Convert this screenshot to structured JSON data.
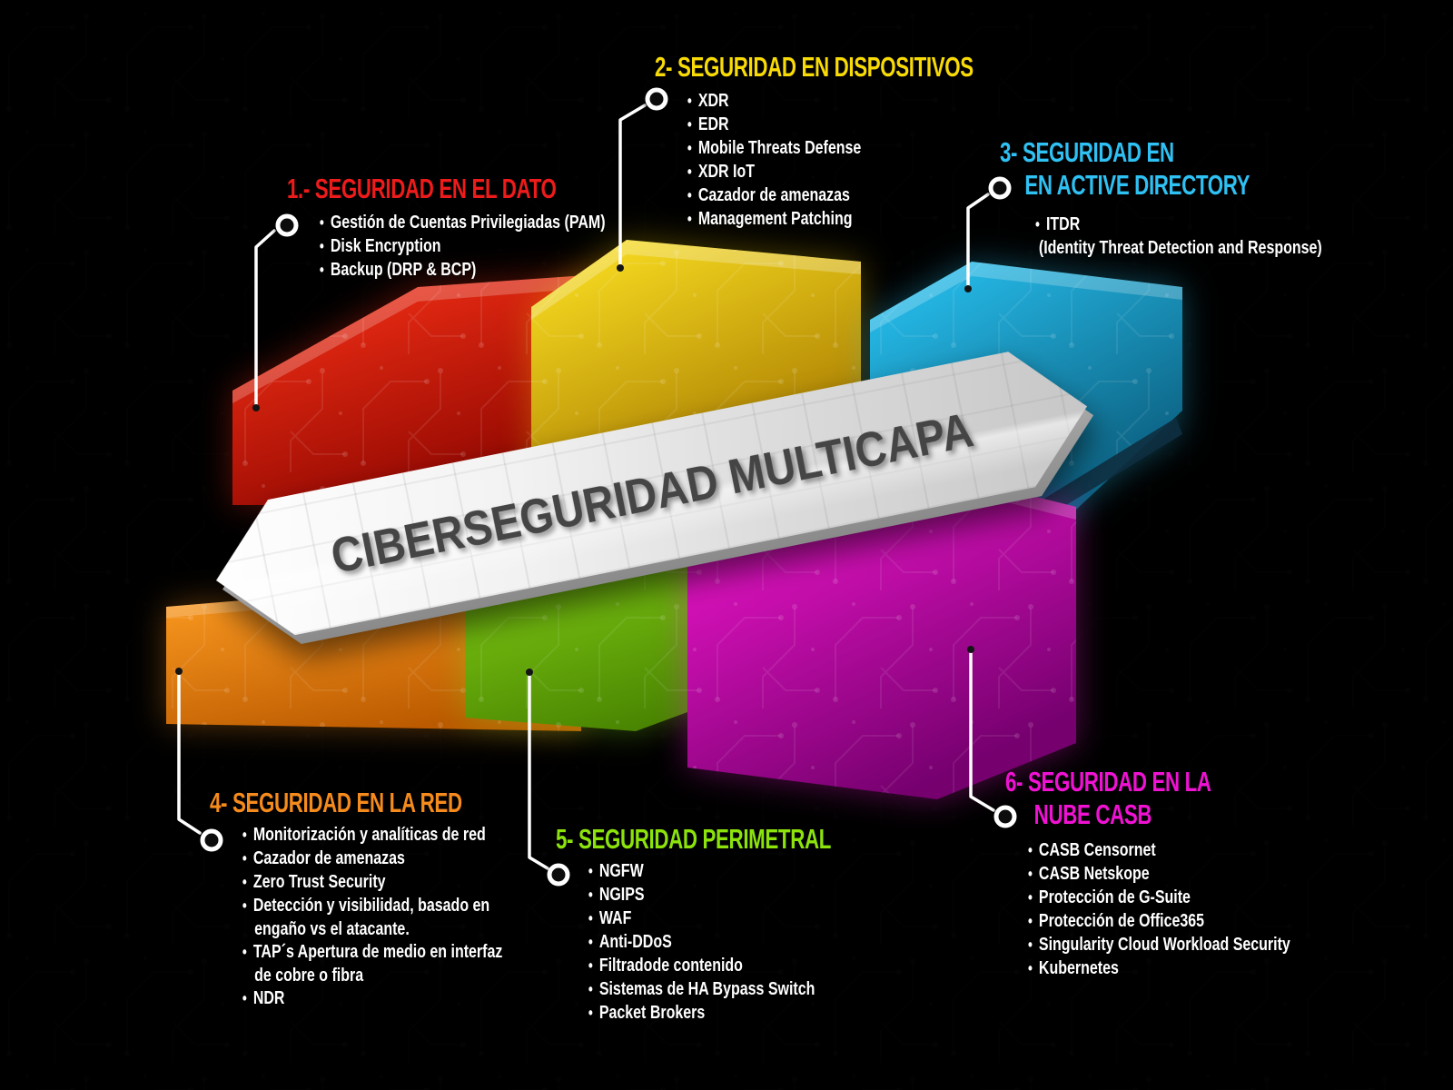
{
  "banner": {
    "title": "CIBERSEGURIDAD MULTICAPA",
    "face_color": "#efefef",
    "text_color": "#454545"
  },
  "palette": {
    "red": {
      "light": "#ff3418",
      "dark": "#8e0600"
    },
    "yellow": {
      "light": "#ffe524",
      "dark": "#a87b00"
    },
    "cyan": {
      "light": "#29c7f7",
      "dark": "#07506e"
    },
    "orange": {
      "light": "#ff9d22",
      "dark": "#bb5a00"
    },
    "green": {
      "light": "#8fdf18",
      "dark": "#447e00"
    },
    "magenta": {
      "light": "#ff18d8",
      "dark": "#75006e"
    },
    "connector": "#ffffff"
  },
  "sections": [
    {
      "id": "s1",
      "color": "#ee1b1b",
      "title_lines": [
        "1.- SEGURIDAD EN EL DATO"
      ],
      "items": [
        [
          "Gestión de Cuentas Privilegiadas (PAM)"
        ],
        [
          "Disk Encryption"
        ],
        [
          "Backup (DRP & BCP)"
        ]
      ]
    },
    {
      "id": "s2",
      "color": "#f8da07",
      "title_lines": [
        "2- SEGURIDAD EN DISPOSITIVOS"
      ],
      "items": [
        [
          "XDR"
        ],
        [
          "EDR"
        ],
        [
          "Mobile Threats Defense"
        ],
        [
          "XDR IoT"
        ],
        [
          "Cazador de amenazas"
        ],
        [
          "Management Patching"
        ]
      ]
    },
    {
      "id": "s3",
      "color": "#2fc1f3",
      "title_lines": [
        "3- SEGURIDAD EN",
        "EN ACTIVE DIRECTORY"
      ],
      "items": [
        [
          "ITDR",
          "(Identity Threat Detection and Response)"
        ]
      ]
    },
    {
      "id": "s4",
      "color": "#f68b1d",
      "title_lines": [
        "4- SEGURIDAD EN LA RED"
      ],
      "items": [
        [
          "Monitorización y analíticas de red"
        ],
        [
          "Cazador de amenazas"
        ],
        [
          "Zero Trust Security"
        ],
        [
          "Detección y visibilidad, basado en",
          "engaño vs el atacante."
        ],
        [
          "TAP´s Apertura de medio en interfaz",
          "de cobre o fibra"
        ],
        [
          "NDR"
        ]
      ]
    },
    {
      "id": "s5",
      "color": "#8ce30c",
      "title_lines": [
        "5- SEGURIDAD PERIMETRAL"
      ],
      "items": [
        [
          "NGFW"
        ],
        [
          "NGIPS"
        ],
        [
          "WAF"
        ],
        [
          "Anti-DDoS"
        ],
        [
          "Filtradode contenido"
        ],
        [
          "Sistemas de HA Bypass Switch"
        ],
        [
          "Packet Brokers"
        ]
      ]
    },
    {
      "id": "s6",
      "color": "#f012d3",
      "title_lines": [
        "6- SEGURIDAD EN LA",
        "NUBE CASB"
      ],
      "items": [
        [
          "CASB Censornet"
        ],
        [
          "CASB Netskope"
        ],
        [
          "Protección de G-Suite"
        ],
        [
          "Protección de Office365"
        ],
        [
          "Singularity Cloud Workload Security"
        ],
        [
          "Kubernetes"
        ]
      ]
    }
  ]
}
